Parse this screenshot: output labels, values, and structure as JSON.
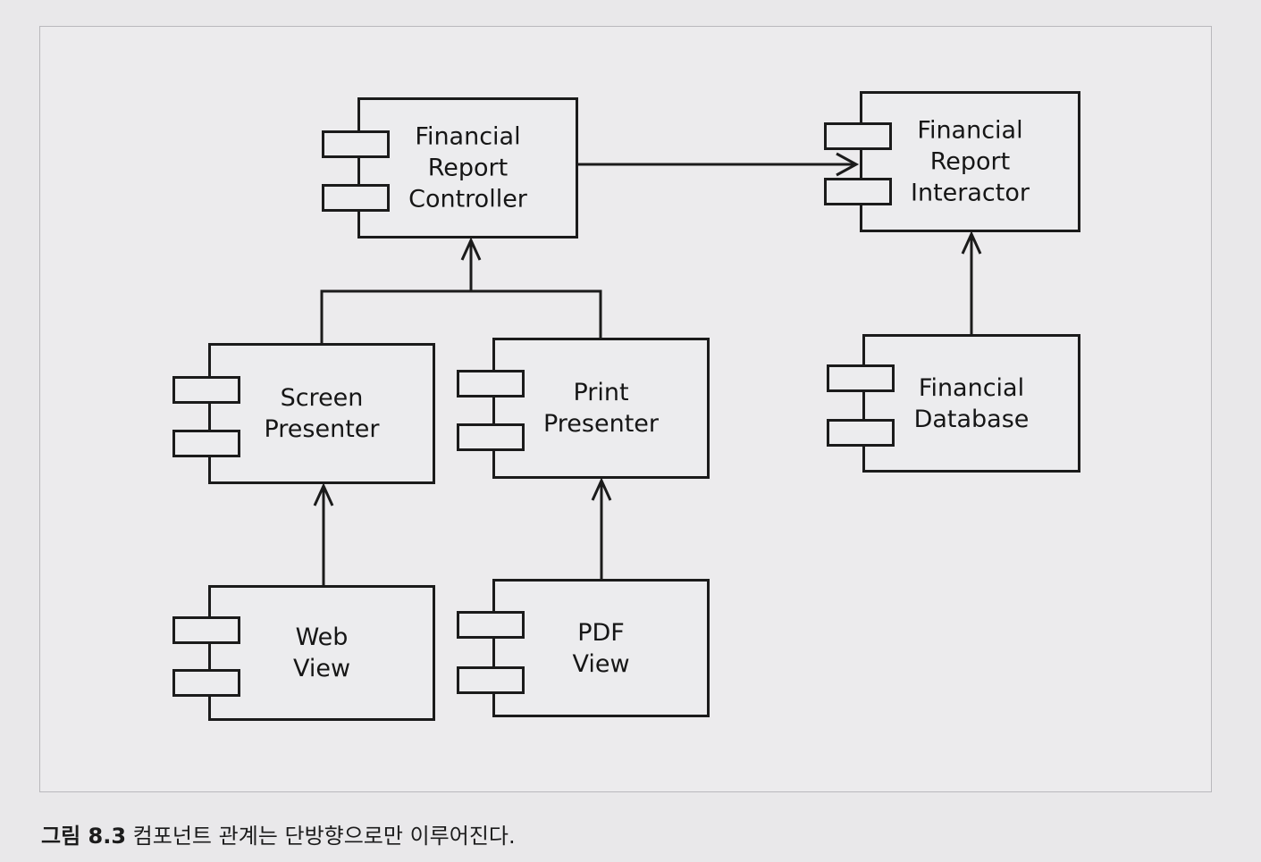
{
  "components": {
    "controller": {
      "label": "Financial\nReport\nController"
    },
    "interactor": {
      "label": "Financial\nReport\nInteractor"
    },
    "screen_presenter": {
      "label": "Screen\nPresenter"
    },
    "print_presenter": {
      "label": "Print\nPresenter"
    },
    "database": {
      "label": "Financial\nDatabase"
    },
    "web_view": {
      "label": "Web\nView"
    },
    "pdf_view": {
      "label": "PDF\nView"
    }
  },
  "caption": {
    "number": "그림 8.3",
    "text": "컴포넌트 관계는 단방향으로만 이루어진다."
  }
}
